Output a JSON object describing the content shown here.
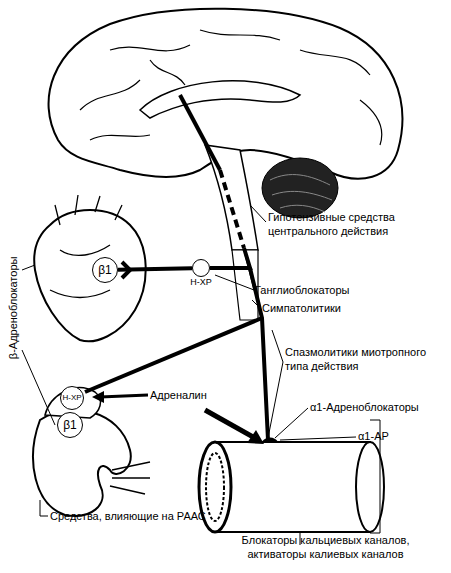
{
  "diagram": {
    "nodes": [
      {
        "text": [
          "β1"
        ]
      },
      {
        "text": [
          "Н-ХР"
        ]
      },
      {
        "text": [
          "Н-ХР"
        ]
      },
      {
        "text": [
          "β1"
        ]
      }
    ],
    "edges": [
      {
        "from": 1,
        "to": 0,
        "arrow": "none"
      }
    ],
    "labels": [
      "Гипотензивные средства центрального действия",
      "Ганглиоблокаторы",
      "Симпатолитики",
      "Спазмолитики миотропного типа действия",
      "Адреналин",
      "α1-Адреноблокаторы",
      "α1-АР",
      "β-Адреноблокаторы",
      "Средства, влияющие на РААС",
      "Блокаторы кальциевых каналов, активаторы калиевых каналов"
    ]
  }
}
